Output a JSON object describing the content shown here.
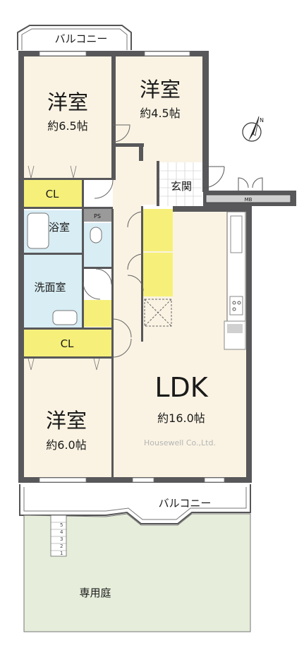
{
  "floor_plan": {
    "rooms": {
      "western_room_top_left": {
        "name": "洋室",
        "size": "約6.5帖"
      },
      "western_room_top_right": {
        "name": "洋室",
        "size": "約4.5帖"
      },
      "western_room_bottom": {
        "name": "洋室",
        "size": "約6.0帖"
      },
      "ldk": {
        "name": "LDK",
        "size": "約16.0帖"
      },
      "entrance": "玄関",
      "bathroom": "浴室",
      "washroom": "洗面室",
      "closet_upper": "CL",
      "closet_lower": "CL",
      "pipe_space": "PS",
      "meter_box": "MB"
    },
    "balcony_top": "バルコニー",
    "balcony_bottom": "バルコニー",
    "private_garden": "専用庭",
    "watermark": "Housewell Co.,Ltd.",
    "stair_steps": [
      "1",
      "2",
      "3",
      "4",
      "5"
    ],
    "compass_label": "N",
    "colors": {
      "room_floor": "#faf3e3",
      "closet": "#f6f07a",
      "wet_area": "#d8edf4",
      "garden": "#e6eedb",
      "wall": "#58585a",
      "entrance_floor": "#ffffff"
    }
  }
}
